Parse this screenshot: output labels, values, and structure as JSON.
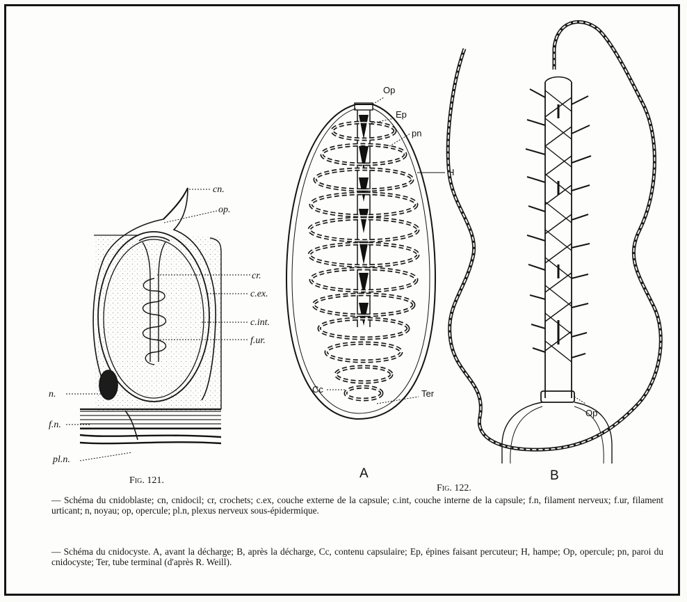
{
  "figures": {
    "fig121": {
      "caption": "Fig. 121.",
      "labels": {
        "cn": "cn.",
        "op": "op.",
        "cr": "cr.",
        "cex": "c.ex.",
        "cint": "c.int.",
        "fur": "f.ur.",
        "n": "n.",
        "fn": "f.n.",
        "pln": "pl.n."
      },
      "legend": "— Schéma du cnidoblaste; cn, cnidocil; cr, crochets; c.ex, couche externe de la capsule; c.int, couche interne de la capsule; f.n, filament nerveux; f.ur, filament urticant; n, noyau; op, opercule; pl.n, plexus nerveux sous-épidermique."
    },
    "fig122": {
      "caption": "Fig. 122.",
      "panel_a": "A",
      "panel_b": "B",
      "labels": {
        "op_a": "Op",
        "ep": "Ep",
        "pn": "pn",
        "h": "H",
        "cc": "Cc",
        "ter": "Ter",
        "op_b": "Op"
      },
      "legend": "— Schéma du cnidocyste. A, avant la décharge; B, après la décharge, Cc, contenu capsulaire; Ep, épines faisant percuteur; H, hampe; Op, opercule; pn, paroi du cnidocyste; Ter, tube terminal (d'après R. Weill)."
    }
  },
  "colors": {
    "ink": "#141414",
    "paper": "#fdfdfb",
    "stipple": "#8a8a8a"
  }
}
